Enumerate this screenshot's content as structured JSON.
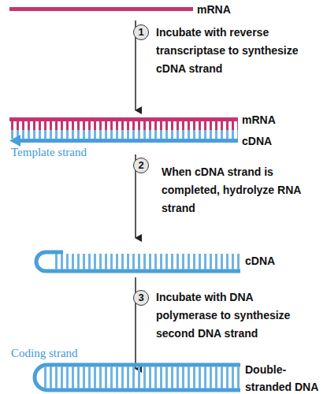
{
  "diagram": {
    "nodes": [
      {
        "text": [
          "1"
        ]
      },
      {
        "text": [
          "2"
        ]
      },
      {
        "text": [
          "3"
        ]
      }
    ],
    "labels": [
      "mRNA",
      "Incubate with reverse transcriptase to synthesize cDNA strand",
      "mRNA",
      "cDNA",
      "Template strand",
      "When cDNA strand is completed, hydrolyze RNA strand",
      "cDNA",
      "Incubate with DNA polymerase to synthesize second DNA strand",
      "Coding strand",
      "Double-stranded DNA"
    ]
  }
}
